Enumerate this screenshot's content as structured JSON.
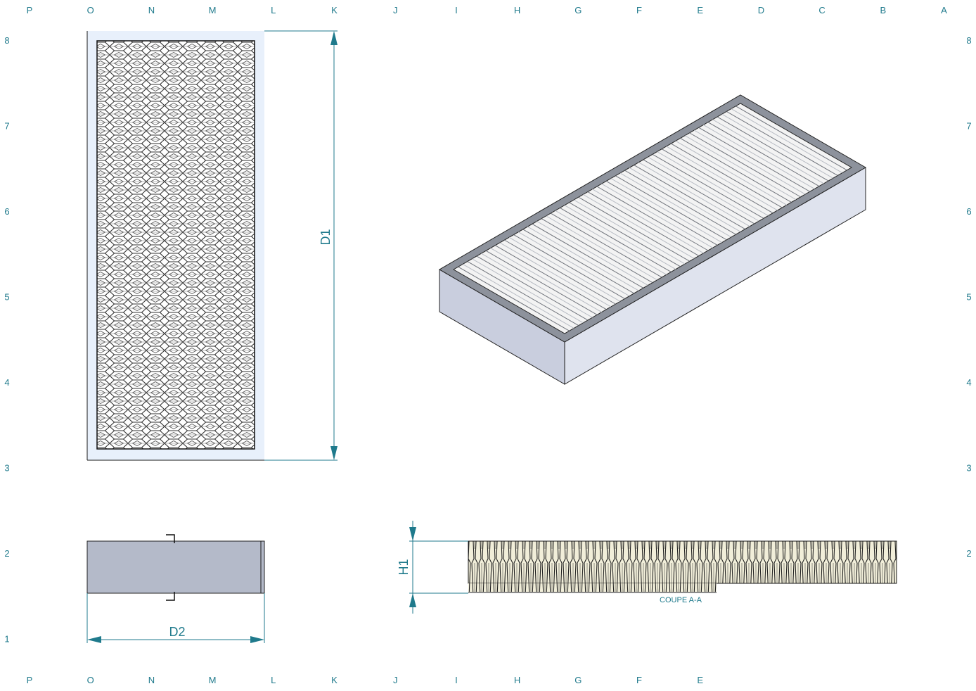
{
  "grid": {
    "top_columns": [
      "P",
      "O",
      "N",
      "M",
      "L",
      "K",
      "J",
      "I",
      "H",
      "G",
      "F",
      "E",
      "D",
      "C",
      "B",
      "A"
    ],
    "bottom_columns": [
      "P",
      "O",
      "N",
      "M",
      "L",
      "K",
      "J",
      "I",
      "H",
      "G",
      "F",
      "E"
    ],
    "rows": [
      "8",
      "7",
      "6",
      "5",
      "4",
      "3",
      "2",
      "1"
    ]
  },
  "dimensions": {
    "d1": "D1",
    "d2": "D2",
    "h1": "H1"
  },
  "section_label": "COUPE A-A",
  "colors": {
    "annotation": "#1f7a8c",
    "body_gray": "#b4bac9",
    "side_face": "#c9cede",
    "side_face_right": "#dfe3ee",
    "top_frame": "#8d929c",
    "background_tint": "#e8f0fb",
    "pleat_fill": "#f1eed9"
  }
}
